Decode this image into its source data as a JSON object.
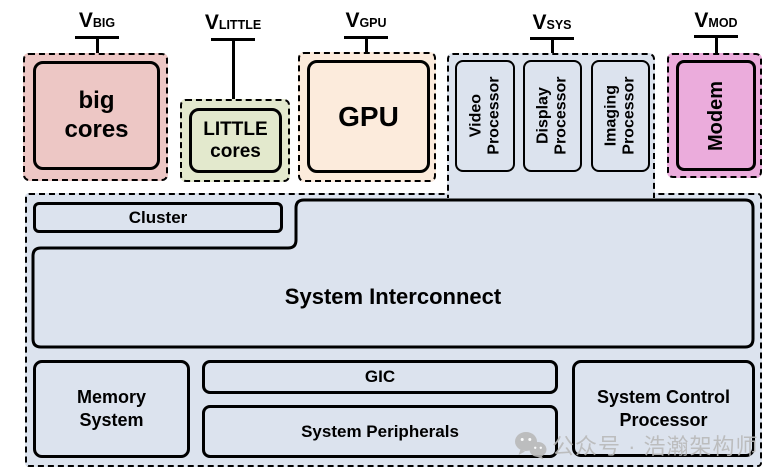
{
  "colors": {
    "big_domain": "#edc7c5",
    "little_domain": "#e3e9cd",
    "gpu_domain": "#fcebdc",
    "sys_domain": "#dce3ee",
    "mod_domain": "#ebacdc",
    "outline": "#000000",
    "watermark": "#b9b9b9"
  },
  "rails": [
    {
      "v": "V",
      "sub": "BIG"
    },
    {
      "v": "V",
      "sub": "LITTLE"
    },
    {
      "v": "V",
      "sub": "GPU"
    },
    {
      "v": "V",
      "sub": "SYS"
    },
    {
      "v": "V",
      "sub": "MOD"
    }
  ],
  "blocks": {
    "big_cores": "big\ncores",
    "little_cores": "LITTLE\ncores",
    "gpu": "GPU",
    "processors": [
      {
        "label": "Video\nProcessor"
      },
      {
        "label": "Display\nProcessor"
      },
      {
        "label": "Imaging\nProcessor"
      }
    ],
    "modem": "Modem",
    "cluster": "Cluster",
    "interconnect": "System Interconnect",
    "memory": "Memory\nSystem",
    "gic": "GIC",
    "peripherals": "System Peripherals",
    "scp": "System Control\nProcessor"
  },
  "watermark": {
    "icon": "wechat-icon",
    "text": "公众号 · 浩瀚架构师"
  }
}
